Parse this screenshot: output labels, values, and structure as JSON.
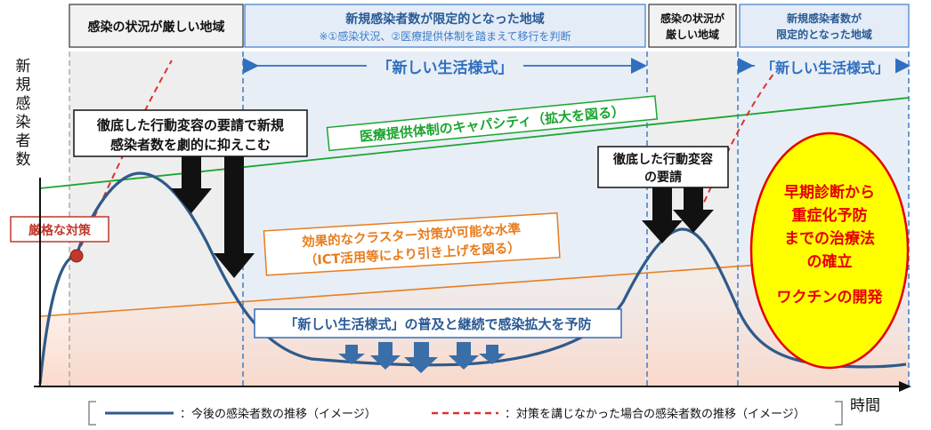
{
  "header": {
    "zone1": "感染の状況が厳しい地域",
    "zone2_title": "新規感染者数が限定的となった地域",
    "zone2_sub": "※①感染状況、②医療提供体制を踏まえて移行を判断",
    "zone3_line1": "感染の状況が",
    "zone3_line2": "厳しい地域",
    "zone4_line1": "新規感染者数が",
    "zone4_line2": "限定的となった地域"
  },
  "y_axis_label": [
    "新",
    "規",
    "感",
    "染",
    "者",
    "数"
  ],
  "x_axis_label": "時間",
  "lifestyle_label_1": "「新しい生活様式」",
  "lifestyle_label_2": "「新しい生活様式」",
  "capacity_label": "医療提供体制のキャパシティ（拡大を図る）",
  "cluster_label_line1": "効果的なクラスター対策が可能な水準",
  "cluster_label_line2": "（ICT活用等により引き上げを図る）",
  "strict_measures": "厳格な対策",
  "behavior_change_1_line1": "徹底した行動変容の要請で新規",
  "behavior_change_1_line2": "感染者数を劇的に抑えこむ",
  "behavior_change_2_line1": "徹底した行動変容",
  "behavior_change_2_line2": "の要請",
  "prevention_label": "「新しい生活様式」の普及と継続で感染拡大を予防",
  "goal": {
    "line1": "早期診断から",
    "line2": "重症化予防",
    "line3": "までの治療法",
    "line4": "の確立",
    "line5": "ワクチンの開発"
  },
  "legend": {
    "solid": "：今後の感染者数の推移（イメージ）",
    "dashed": "：対策を講じなかった場合の感染者数の推移（イメージ）"
  },
  "colors": {
    "curve": "#2f5a8a",
    "no_measures": "#e03030",
    "capacity": "#1aa530",
    "cluster": "#e87d1e",
    "zone_strict": "#f0efef",
    "zone_limited": "#e7eef7",
    "goal_fill": "#ffff00",
    "goal_text": "#e60000",
    "arrow_small": "#3a6ea8"
  }
}
